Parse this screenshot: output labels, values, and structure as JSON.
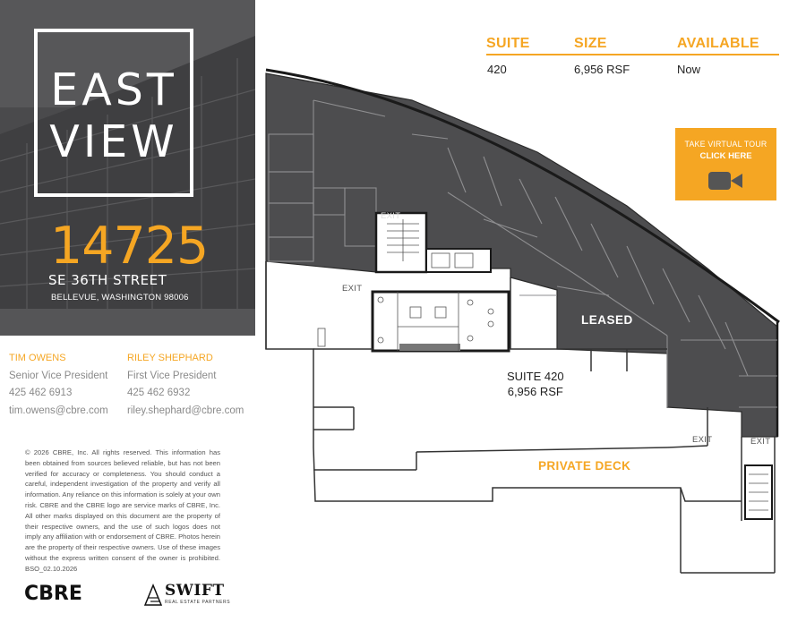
{
  "building": {
    "title_line1": "EAST",
    "title_line2": "VIEW",
    "address_number": "14725",
    "address_street": "SE 36TH STREET",
    "address_city": "BELLEVUE, WASHINGTON 98006"
  },
  "contacts": [
    {
      "name": "TIM OWENS",
      "title": "Senior Vice President",
      "phone": "425 462 6913",
      "email": "tim.owens@cbre.com"
    },
    {
      "name": "RILEY SHEPHARD",
      "title": "First Vice President",
      "phone": "425 462 6932",
      "email": "riley.shephard@cbre.com"
    }
  ],
  "disclaimer": "© 2026 CBRE, Inc. All rights reserved. This information has been obtained from sources believed reliable, but has not been verified for accuracy or completeness. You should conduct a careful, independent investigation of the property and verify all information. Any reliance on this information is solely at your own risk. CBRE and the CBRE logo are service marks of CBRE, Inc. All other marks displayed on this document are the property of their respective owners, and the use of such logos does not imply any affiliation with or endorsement of CBRE. Photos herein are the property of their respective owners. Use of these images without the express written consent of the owner is prohibited. BSO_02.10.2026",
  "logos": {
    "cbre": "CBRE",
    "swift": "SWIFT",
    "swift_sub": "REAL ESTATE PARTNERS"
  },
  "suite_table": {
    "headers": [
      "SUITE",
      "SIZE",
      "AVAILABLE"
    ],
    "row": [
      "420",
      "6,956 RSF",
      "Now"
    ]
  },
  "tour": {
    "line1": "TAKE VIRTUAL TOUR",
    "line2": "CLICK HERE",
    "icon": "video-camera-icon"
  },
  "floorplan": {
    "leased_label": "LEASED",
    "suite_label": "SUITE 420",
    "suite_size": "6,956 RSF",
    "deck_label": "PRIVATE DECK",
    "exit_label": "EXIT"
  },
  "colors": {
    "accent": "#f5a623",
    "dark_fill": "#4d4d4f",
    "photo_bg": "#4d4d4f"
  }
}
